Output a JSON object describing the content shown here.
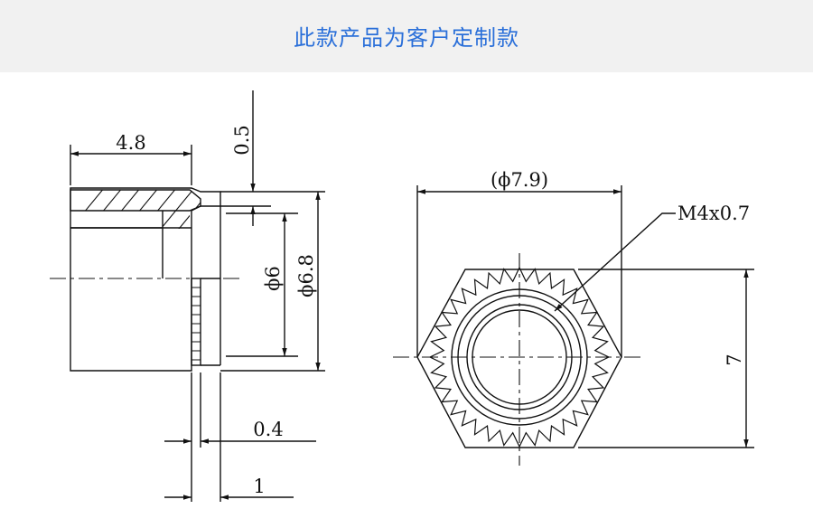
{
  "banner": {
    "title": "此款产品为客户定制款",
    "bg_color": "#f1f1f1",
    "title_color": "#2a6fd9"
  },
  "side_view": {
    "length_label": "4.8",
    "step_label": "0.5",
    "inner_dia_label": "ϕ6",
    "outer_dia_label": "ϕ6.8",
    "knurl_label": "0.4",
    "shank_label": "1"
  },
  "front_view": {
    "knurl_dia_label": "(ϕ7.9)",
    "thread_label": "M4x0.7",
    "hex_label": "7"
  }
}
